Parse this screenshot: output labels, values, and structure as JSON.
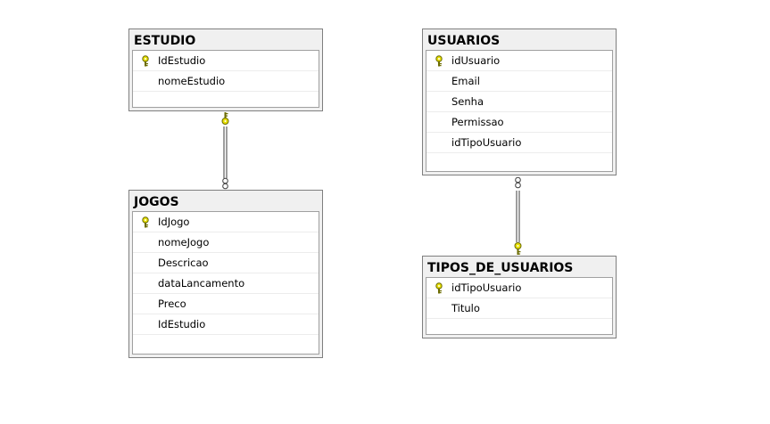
{
  "tables": {
    "estudio": {
      "title": "ESTUDIO",
      "columns": [
        {
          "name": "IdEstudio",
          "key": true
        },
        {
          "name": "nomeEstudio",
          "key": false
        }
      ]
    },
    "jogos": {
      "title": "JOGOS",
      "columns": [
        {
          "name": "IdJogo",
          "key": true
        },
        {
          "name": "nomeJogo",
          "key": false
        },
        {
          "name": "Descricao",
          "key": false
        },
        {
          "name": "dataLancamento",
          "key": false
        },
        {
          "name": "Preco",
          "key": false
        },
        {
          "name": "IdEstudio",
          "key": false
        }
      ]
    },
    "usuarios": {
      "title": "USUARIOS",
      "columns": [
        {
          "name": "idUsuario",
          "key": true
        },
        {
          "name": "Email",
          "key": false
        },
        {
          "name": "Senha",
          "key": false
        },
        {
          "name": "Permissao",
          "key": false
        },
        {
          "name": "idTipoUsuario",
          "key": false
        }
      ]
    },
    "tipos": {
      "title": "TIPOS_DE_USUARIOS",
      "columns": [
        {
          "name": "idTipoUsuario",
          "key": true
        },
        {
          "name": "Titulo",
          "key": false
        }
      ]
    }
  },
  "relationships": [
    {
      "from": "estudio",
      "to": "jogos",
      "from_end": "one",
      "to_end": "many"
    },
    {
      "from": "tipos",
      "to": "usuarios",
      "from_end": "one",
      "to_end": "many"
    }
  ],
  "colors": {
    "key_icon": "#e8e000",
    "line": "#3c3c3c",
    "header_bg": "#f0f0f0",
    "border": "#7f7f7f"
  },
  "icons": {
    "primary_key": "key-icon",
    "one_end": "key-icon",
    "many_end": "infinity-icon"
  }
}
